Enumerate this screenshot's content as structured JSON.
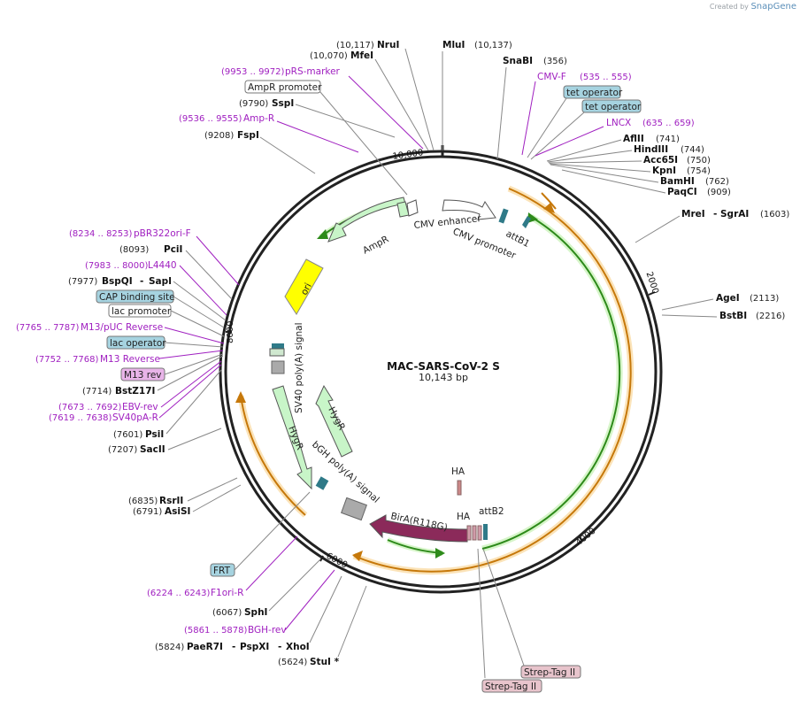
{
  "credit": {
    "prefix": "Created by",
    "brand": "SnapGene"
  },
  "plasmid": {
    "name": "MAC-SARS-CoV-2 S",
    "length_label": "10,143 bp"
  },
  "ticks": [
    "2000",
    "4000",
    "6000",
    "8000",
    "10,000"
  ],
  "enzymes_right": [
    {
      "name": "MluI",
      "pos": "(10,137)"
    },
    {
      "name": "SnaBI",
      "pos": "(356)"
    },
    {
      "name": "AflII",
      "pos": "(741)"
    },
    {
      "name": "HindIII",
      "pos": "(744)"
    },
    {
      "name": "Acc65I",
      "pos": "(750)"
    },
    {
      "name": "KpnI",
      "pos": "(754)"
    },
    {
      "name": "BamHI",
      "pos": "(762)"
    },
    {
      "name": "PaqCI",
      "pos": "(909)"
    },
    {
      "name": "MreI",
      "name2": "SgrAI",
      "pos": "(1603)"
    },
    {
      "name": "AgeI",
      "pos": "(2113)"
    },
    {
      "name": "BstBI",
      "pos": "(2216)"
    }
  ],
  "enzymes_left": [
    {
      "name": "NruI",
      "pos": "(10,117)"
    },
    {
      "name": "MfeI",
      "pos": "(10,070)"
    },
    {
      "name": "SspI",
      "pos": "(9790)"
    },
    {
      "name": "FspI",
      "pos": "(9208)"
    },
    {
      "name": "PciI",
      "pos": "(8093)"
    },
    {
      "name": "BspQI",
      "name2": "SapI",
      "pos": "(7977)"
    },
    {
      "name": "BstZ17I",
      "pos": "(7714)"
    },
    {
      "name": "PsiI",
      "pos": "(7601)"
    },
    {
      "name": "SacII",
      "pos": "(7207)"
    },
    {
      "name": "RsrII",
      "pos": "(6835)"
    },
    {
      "name": "AsiSI",
      "pos": "(6791)"
    },
    {
      "name": "SphI",
      "pos": "(6067)"
    },
    {
      "name": "PaeR7I",
      "name2": "PspXI",
      "name3": "XhoI",
      "pos": "(5824)"
    },
    {
      "name": "StuI *",
      "pos": "(5624)"
    }
  ],
  "primers": [
    {
      "name": "CMV-F",
      "pos": "(535 .. 555)"
    },
    {
      "name": "LNCX",
      "pos": "(635 .. 659)"
    },
    {
      "name": "pRS-marker",
      "pos": "(9953 .. 9972)"
    },
    {
      "name": "Amp-R",
      "pos": "(9536 .. 9555)"
    },
    {
      "name": "pBR322ori-F",
      "pos": "(8234 .. 8253)"
    },
    {
      "name": "L4440",
      "pos": "(7983 .. 8000)"
    },
    {
      "name": "M13/pUC Reverse",
      "pos": "(7765 .. 7787)"
    },
    {
      "name": "M13 Reverse",
      "pos": "(7752 .. 7768)"
    },
    {
      "name": "EBV-rev",
      "pos": "(7673 .. 7692)"
    },
    {
      "name": "SV40pA-R",
      "pos": "(7619 .. 7638)"
    },
    {
      "name": "F1ori-R",
      "pos": "(6224 .. 6243)"
    },
    {
      "name": "BGH-rev",
      "pos": "(5861 .. 5878)"
    }
  ],
  "boxed_features": [
    {
      "name": "tet operator",
      "color": "#a6d3e0"
    },
    {
      "name": "tet operator",
      "color": "#a6d3e0"
    },
    {
      "name": "AmpR promoter",
      "color": "#ffffff"
    },
    {
      "name": "CAP binding site",
      "color": "#a6d3e0"
    },
    {
      "name": "lac promoter",
      "color": "#ffffff"
    },
    {
      "name": "lac operator",
      "color": "#a6d3e0"
    },
    {
      "name": "M13 rev",
      "color": "#e8b4e8"
    },
    {
      "name": "FRT",
      "color": "#a6d3e0"
    },
    {
      "name": "Strep-Tag II",
      "color": "#e8c4cc"
    },
    {
      "name": "Strep-Tag II",
      "color": "#e8c4cc"
    }
  ],
  "inner_features": [
    "AmpR",
    "ori",
    "CMV enhancer",
    "CMV promoter",
    "attB1",
    "SV40 poly(A) signal",
    "HygR",
    "HygR",
    "bGH poly(A) signal",
    "HA",
    "HA",
    "attB2",
    "BirA(R118G)"
  ],
  "colors": {
    "green_feature": "#c8f5c8",
    "orange_ring": "#e8a040",
    "birA": "#8b2a5a",
    "ori": "#ffff00",
    "primer": "#a020c0"
  }
}
